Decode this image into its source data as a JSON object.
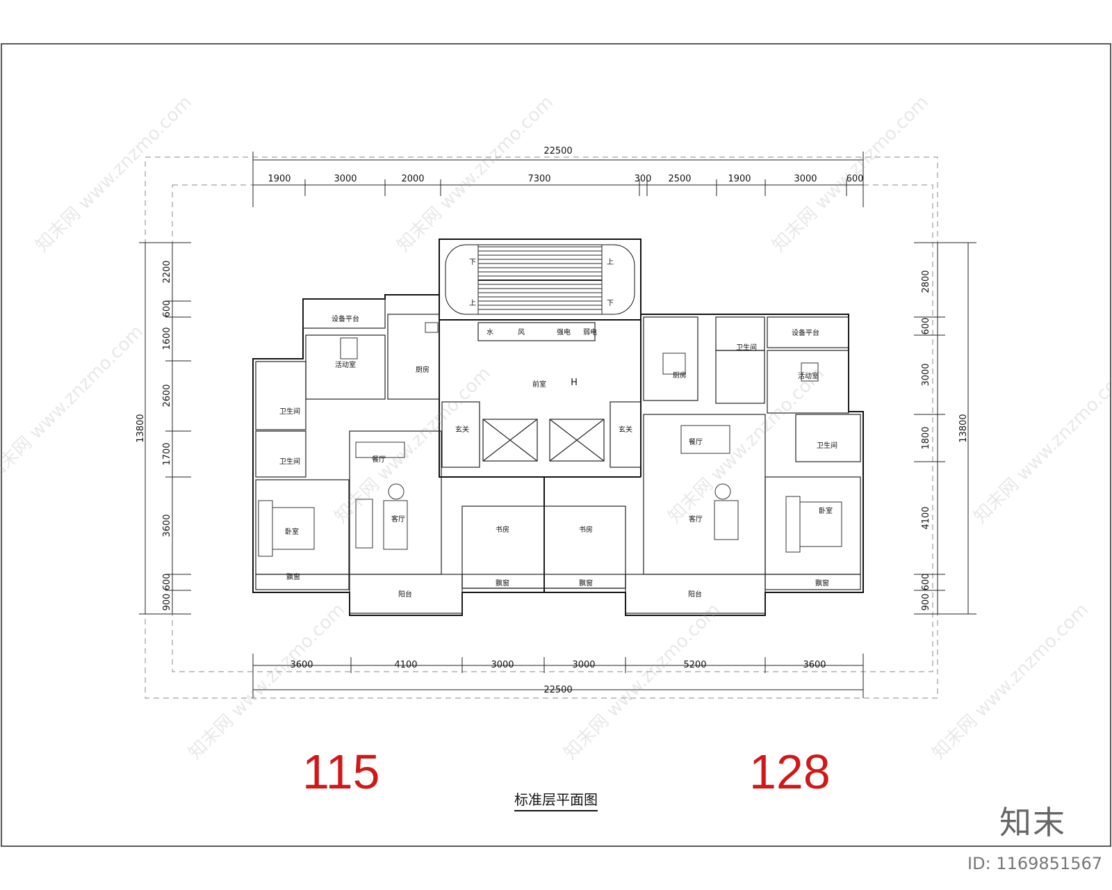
{
  "drawing": {
    "title": "标准层平面图",
    "areas": {
      "left": "115",
      "right": "128"
    },
    "watermark_text": "知末网 www.znzmo.com",
    "logo": "知末",
    "id_label": "ID: 1169851567"
  },
  "dimensions": {
    "top_total": "22500",
    "top_segments": [
      "1900",
      "3000",
      "2000",
      "7300",
      "300",
      "2500",
      "1900",
      "3000",
      "600"
    ],
    "bottom_total": "22500",
    "bottom_segments": [
      "3600",
      "4100",
      "3000",
      "3000",
      "5200",
      "3600"
    ],
    "left_total": "13800",
    "left_segments": [
      "2200",
      "600",
      "1600",
      "2600",
      "1700",
      "3600",
      "600",
      "900"
    ],
    "right_total": "13800",
    "right_segments": [
      "2800",
      "600",
      "3000",
      "1800",
      "4100",
      "600",
      "900"
    ]
  },
  "rooms": {
    "equip_left": "设备平台",
    "activity_left": "活动室",
    "kitchen_left": "厨房",
    "bath_left_1": "卫生间",
    "bath_left_2": "卫生间",
    "dining_left": "餐厅",
    "living_left": "客厅",
    "bedroom_left": "卧室",
    "bay_left": "飘窗",
    "balcony_left": "阳台",
    "foyer_left": "玄关",
    "study_left": "书房",
    "bay_study_left": "飘窗",
    "stair_up_left": "上",
    "stair_down_left": "下",
    "stair_up_right": "上",
    "stair_down_right": "下",
    "shaft_water": "水",
    "shaft_wind": "风",
    "shaft_strong": "强电",
    "shaft_weak": "弱电",
    "lobby": "前室",
    "lobby_mark": "H",
    "study_right": "书房",
    "bay_study_right": "飘窗",
    "foyer_right": "玄关",
    "kitchen_right": "厨房",
    "bath_right_top": "卫生间",
    "equip_right": "设备平台",
    "activity_right": "活动室",
    "bath_right": "卫生间",
    "dining_right": "餐厅",
    "living_right": "客厅",
    "bedroom_right": "卧室",
    "balcony_right": "阳台",
    "bay_right": "飘窗"
  }
}
